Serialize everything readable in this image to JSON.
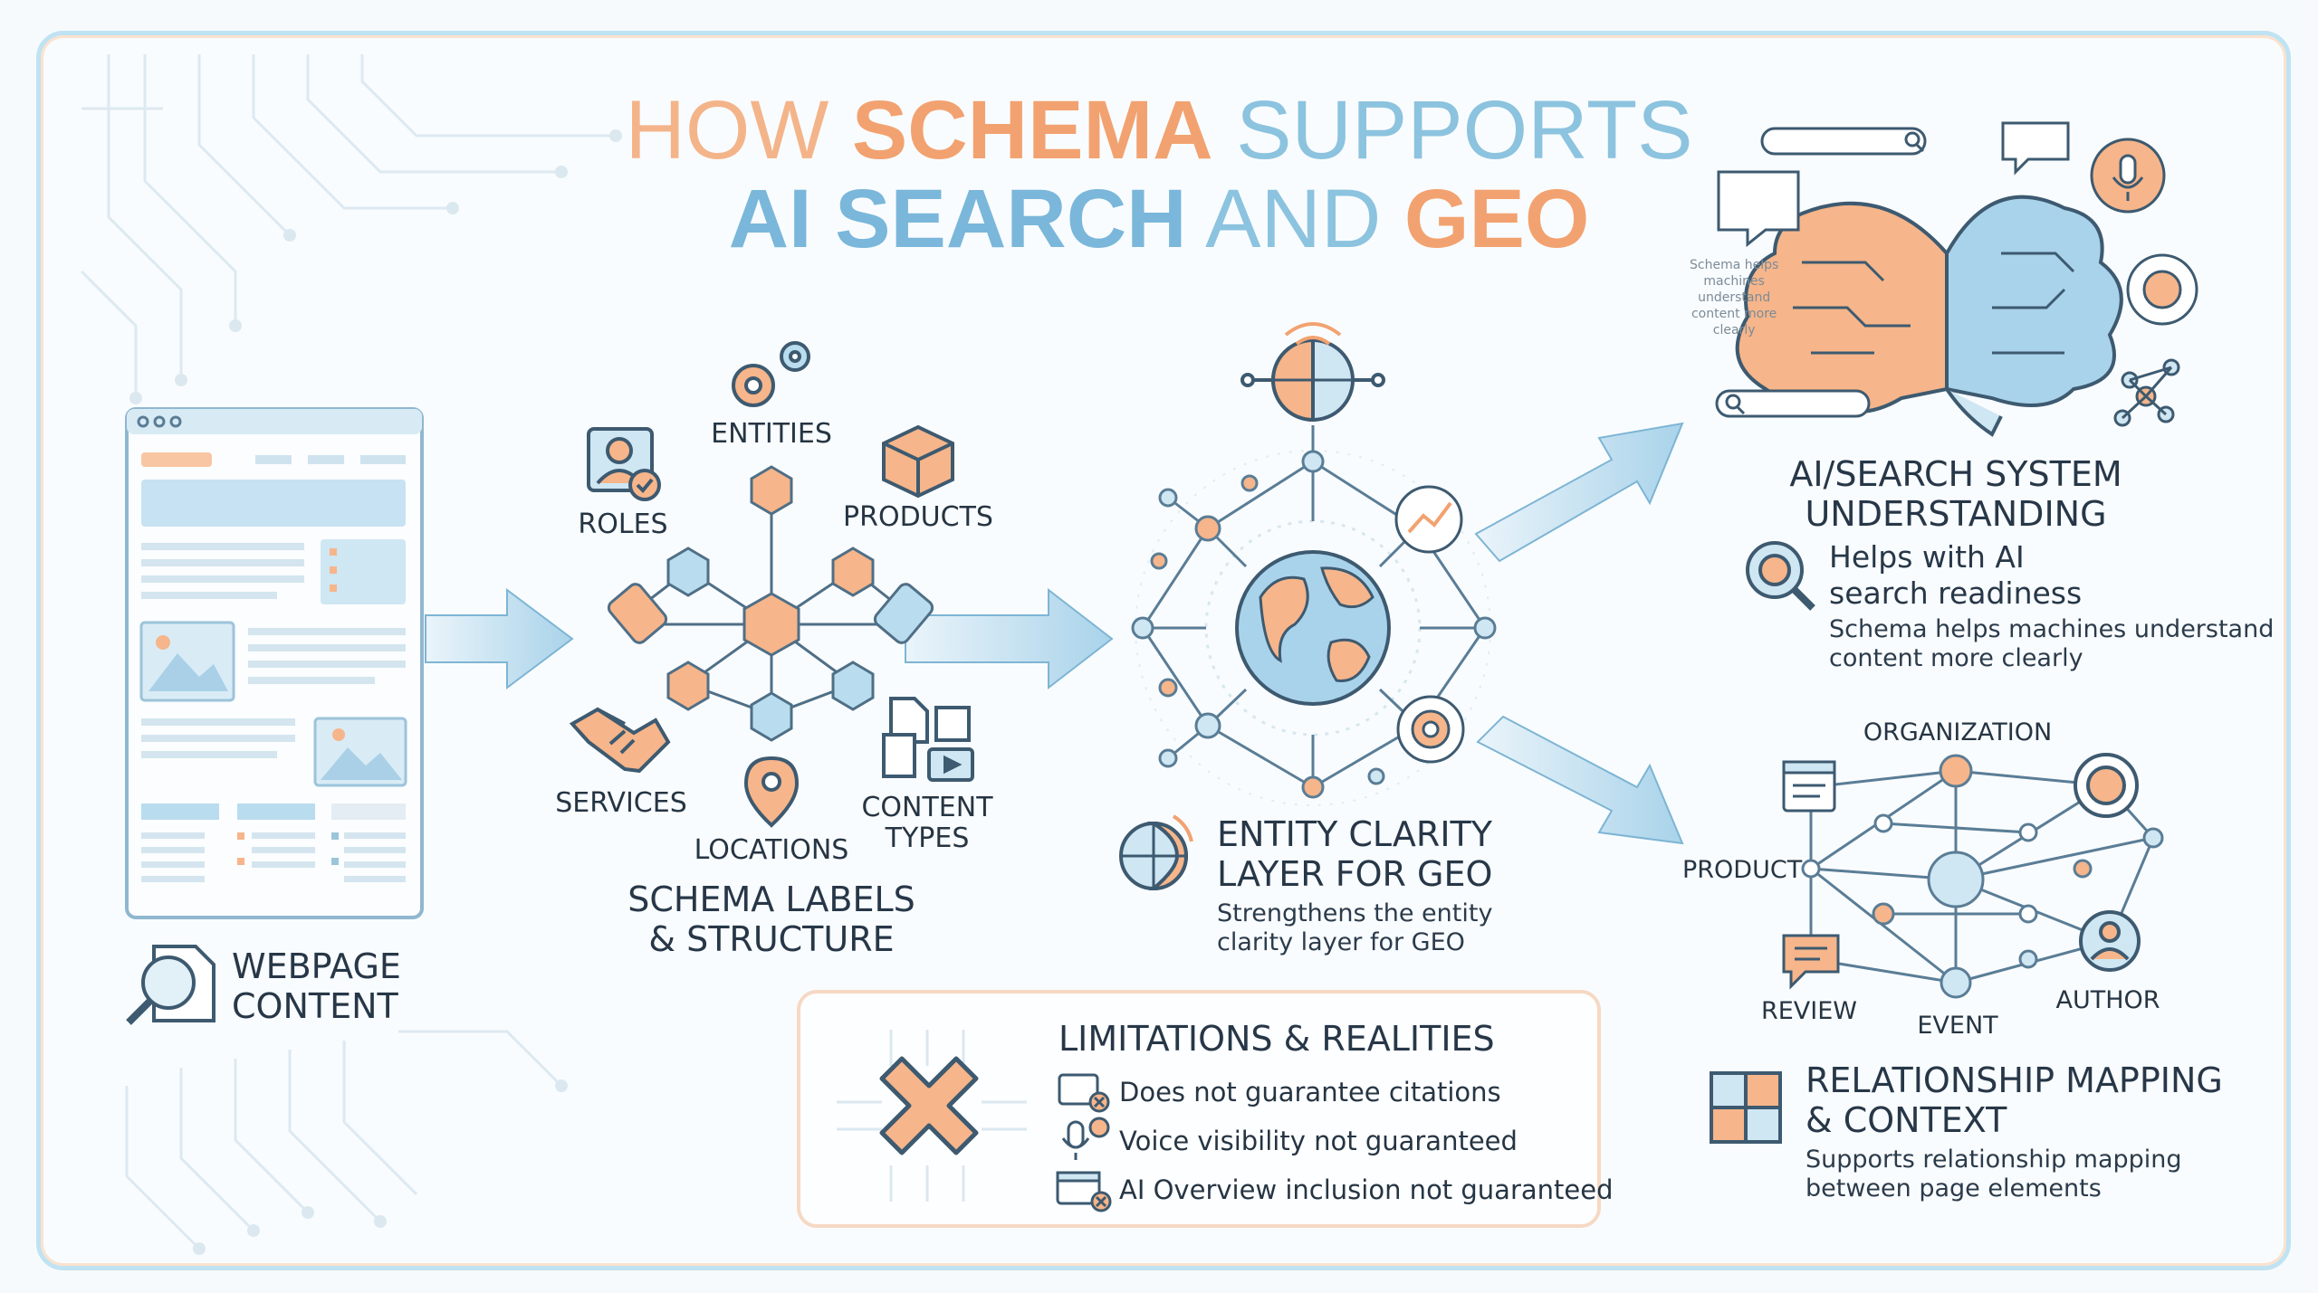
{
  "title": {
    "line1_a": "HOW ",
    "line1_b": "SCHEMA",
    "line1_c": " SUPPORTS",
    "line2_a": "AI SEARCH",
    "line2_b": " AND ",
    "line2_c": "GEO"
  },
  "webpage": {
    "label_line1": "WEBPAGE",
    "label_line2": "CONTENT"
  },
  "schema": {
    "entities": "ENTITIES",
    "roles": "ROLES",
    "products": "PRODUCTS",
    "services": "SERVICES",
    "locations": "LOCATIONS",
    "content_types_line1": "CONTENT",
    "content_types_line2": "TYPES",
    "heading_line1": "SCHEMA LABELS",
    "heading_line2": "& STRUCTURE"
  },
  "entity_layer": {
    "heading_line1": "ENTITY CLARITY",
    "heading_line2": "LAYER FOR GEO",
    "desc_line1": "Strengthens the entity",
    "desc_line2": "clarity layer for GEO"
  },
  "ai_system": {
    "heading_line1": "AI/SEARCH SYSTEM",
    "heading_line2": "UNDERSTANDING",
    "mid_line1": "Helps with AI",
    "mid_line2": "search readiness",
    "desc_line1": "Schema helps machines understand",
    "desc_line2": "content more clearly",
    "small_note_lines": [
      "Schema helps",
      "machines",
      "understand",
      "content more",
      "clearly"
    ]
  },
  "relationship": {
    "organization": "ORGANIZATION",
    "product": "PRODUCT",
    "review": "REVIEW",
    "event": "EVENT",
    "author": "AUTHOR",
    "heading_line1": "RELATIONSHIP MAPPING",
    "heading_line2": "& CONTEXT",
    "desc_line1": "Supports relationship mapping",
    "desc_line2": "between page elements"
  },
  "limitations": {
    "heading": "LIMITATIONS & REALITIES",
    "items": [
      "Does not guarantee citations",
      "Voice visibility not guaranteed",
      "AI Overview inclusion not guaranteed"
    ]
  },
  "colors": {
    "orange": "#f2a270",
    "blue": "#7ab7da",
    "light_blue": "#cfe6f3",
    "light_orange": "#f9c9a6",
    "line": "#5a7d96"
  }
}
